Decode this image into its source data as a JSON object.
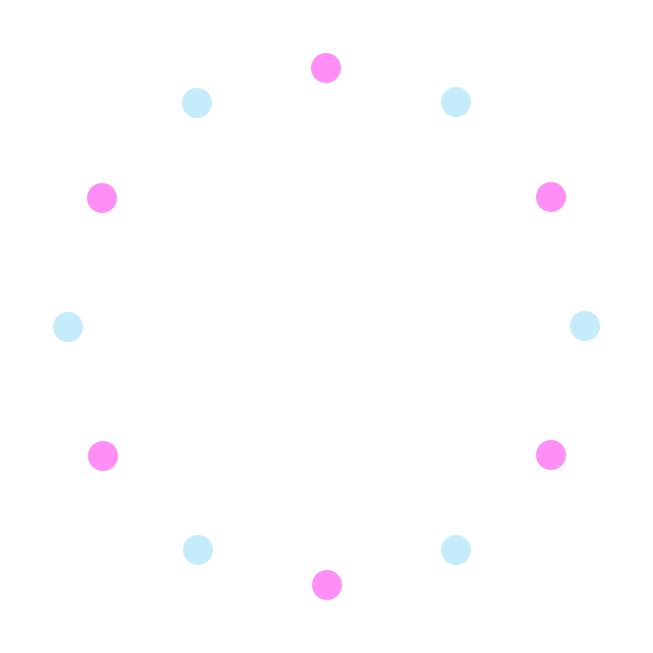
{
  "colors": {
    "pink": "#ff8ff7",
    "light_blue": "#c4ecfb",
    "background": "#ffffff"
  },
  "dots": [
    {
      "color": "pink"
    },
    {
      "color": "light_blue"
    },
    {
      "color": "pink"
    },
    {
      "color": "light_blue"
    },
    {
      "color": "pink"
    },
    {
      "color": "light_blue"
    },
    {
      "color": "pink"
    },
    {
      "color": "light_blue"
    },
    {
      "color": "pink"
    },
    {
      "color": "light_blue"
    },
    {
      "color": "pink"
    },
    {
      "color": "light_blue"
    }
  ]
}
